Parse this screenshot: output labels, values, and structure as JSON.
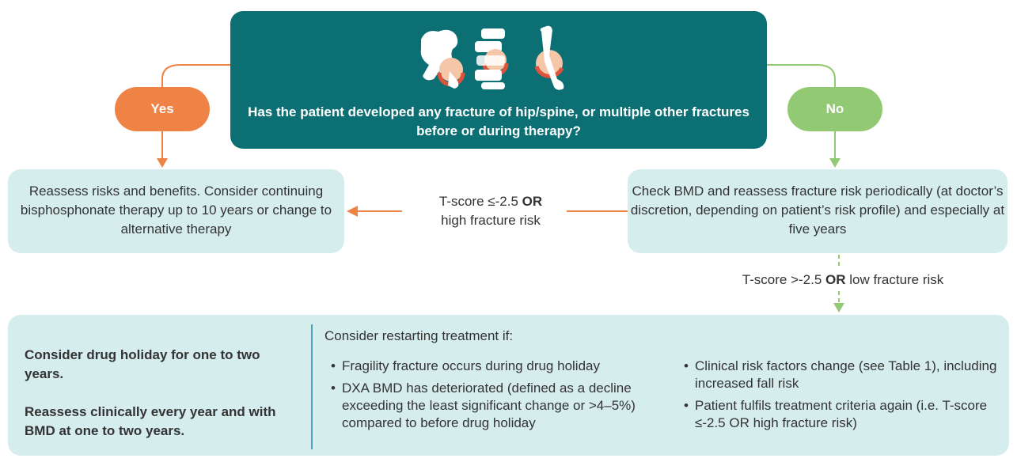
{
  "top": {
    "question": "Has the patient developed any fracture of hip/spine, or multiple other fractures before or during therapy?",
    "icons": [
      "hip-bone-icon",
      "spine-vertebrae-icon",
      "long-bone-icon"
    ]
  },
  "branches": {
    "yes_label": "Yes",
    "no_label": "No"
  },
  "left_box": {
    "text": "Reassess risks and benefits. Consider continuing bisphosphonate therapy up to 10 years or change to alternative therapy"
  },
  "right_box": {
    "text": "Check BMD and reassess fracture risk periodically (at doctor’s discretion, depending on patient’s risk profile) and especially at five years"
  },
  "middle_condition": {
    "prefix": "T-score ≤-2.5 ",
    "emphasis": "OR",
    "suffix": "high fracture risk"
  },
  "no_condition": {
    "prefix": "T-score >-2.5 ",
    "emphasis": "OR",
    "suffix": " low fracture risk"
  },
  "bottom": {
    "holiday": "Consider drug holiday for one to two years.",
    "reassess": "Reassess clinically every year and with BMD at one to two years.",
    "restart_heading": "Consider restarting treatment if:",
    "criteria_left": [
      "Fragility fracture occurs during drug holiday",
      "DXA BMD has deteriorated (defined as a decline exceeding the least significant change or >4–5%) compared to before drug holiday"
    ],
    "criteria_right": [
      "Clinical risk factors change (see Table 1), including increased fall risk",
      "Patient fulfils treatment criteria again (i.e. T-score ≤-2.5 OR high fracture risk)"
    ]
  },
  "colors": {
    "teal": "#0b6f73",
    "yes_orange": "#ef8346",
    "no_green": "#92c973",
    "box_fill": "#d6edee",
    "divider": "#4aa6b7",
    "bone_white": "#ffffff",
    "joint_red": "#e0523a",
    "joint_peach": "#f6c6a8"
  }
}
